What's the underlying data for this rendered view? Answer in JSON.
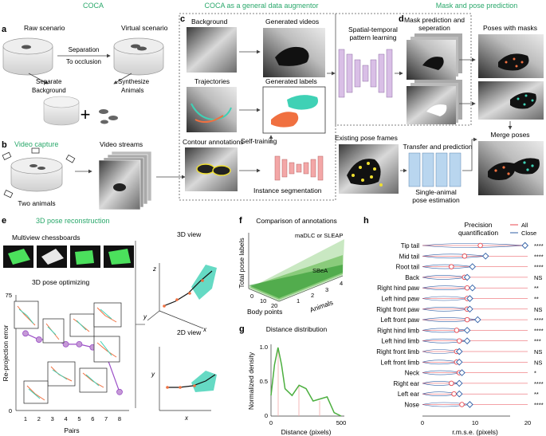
{
  "headers": {
    "coca": "COCA",
    "augmentor": "COCA as a general data augmentor",
    "mask_pose": "Mask and pose prediction",
    "video_capture": "Video capture",
    "recon3d": "3D pose reconstruction"
  },
  "panel_letters": {
    "a": "a",
    "b": "b",
    "c": "c",
    "d": "d",
    "e": "e",
    "f": "f",
    "g": "g",
    "h": "h"
  },
  "panel_a": {
    "raw": "Raw scenario",
    "virtual": "Virtual scenario",
    "separation": "Separation",
    "to_occlusion": "To occlusion",
    "separate": "Separate",
    "background": "Background",
    "synthesize": "Synthesize",
    "animals": "Animals",
    "plus": "+"
  },
  "panel_b": {
    "video_streams": "Video streams",
    "two_animals": "Two animals"
  },
  "panel_c": {
    "background": "Background",
    "trajectories": "Trajectories",
    "contour": "Contour annotations",
    "gen_videos": "Generated videos",
    "gen_labels": "Generated labels",
    "self_training": "Self-training",
    "instance_seg": "Instance segmentation",
    "spatio_temporal": "Spatial-temporal",
    "pattern_learning": "pattern learning"
  },
  "panel_d": {
    "mask_pred": "Mask prediction and",
    "separation": "seperation",
    "poses_masks": "Poses with masks",
    "merge": "Merge poses",
    "existing": "Existing pose frames",
    "transfer": "Transfer and prediction",
    "single1": "Single-animal",
    "single2": "pose estimation"
  },
  "panel_e": {
    "multiview": "Multiview chessboards",
    "optimizing": "3D pose optimizing",
    "ylabel": "Re-projection error",
    "xlabel": "Pairs",
    "y_ticks": [
      "75",
      "0"
    ],
    "x_ticks": [
      "1",
      "2",
      "3",
      "4",
      "5",
      "6",
      "7",
      "8"
    ],
    "view3d": "3D view",
    "view2d": "2D view",
    "axis_x": "x",
    "axis_y": "y",
    "axis_z": "z"
  },
  "panel_f": {
    "title": "Comparison of annotations",
    "ylabel": "Total pose labels",
    "xlabel": "Body points",
    "zlabel": "Animals",
    "x_ticks": [
      "20",
      "10",
      "0"
    ],
    "z_ticks": [
      "1",
      "2",
      "3",
      "4"
    ],
    "label_top": "maDLC or SLEAP",
    "label_bottom": "SBeA"
  },
  "panel_g": {
    "title": "Distance distribution",
    "ylabel": "Normalized density",
    "xlabel": "Distance (pixels)",
    "y_ticks": [
      "1.0",
      "0.5",
      "0"
    ],
    "x_ticks": [
      "0",
      "500"
    ]
  },
  "panel_h": {
    "title1": "Precision",
    "title2": "quantification",
    "legend": [
      {
        "label": "All",
        "color": "#e8474f"
      },
      {
        "label": "Close",
        "color": "#2f5fa6"
      }
    ],
    "xlabel": "r.m.s.e. (pixels)",
    "x_ticks": [
      "0",
      "10",
      "20"
    ],
    "rows": [
      {
        "name": "Tip tail",
        "sig": "****",
        "all": 11,
        "close": 19.5
      },
      {
        "name": "Mid tail",
        "sig": "****",
        "all": 8,
        "close": 12
      },
      {
        "name": "Root tail",
        "sig": "****",
        "all": 5.5,
        "close": 9.5
      },
      {
        "name": "Back",
        "sig": "NS",
        "all": 8,
        "close": 8.5
      },
      {
        "name": "Right hind paw",
        "sig": "**",
        "all": 8.5,
        "close": 9.5
      },
      {
        "name": "Left hind paw",
        "sig": "**",
        "all": 8.5,
        "close": 9
      },
      {
        "name": "Right front paw",
        "sig": "NS",
        "all": 8.5,
        "close": 9
      },
      {
        "name": "Left front paw",
        "sig": "****",
        "all": 8.5,
        "close": 10.5
      },
      {
        "name": "Right hind limb",
        "sig": "****",
        "all": 6.5,
        "close": 8.5
      },
      {
        "name": "Left hind limb",
        "sig": "***",
        "all": 7,
        "close": 8.5
      },
      {
        "name": "Right front limb",
        "sig": "NS",
        "all": 6.5,
        "close": 7
      },
      {
        "name": "Left front limb",
        "sig": "NS",
        "all": 6.5,
        "close": 7
      },
      {
        "name": "Neck",
        "sig": "*",
        "all": 7,
        "close": 7.5
      },
      {
        "name": "Right ear",
        "sig": "****",
        "all": 5.5,
        "close": 7
      },
      {
        "name": "Left ear",
        "sig": "**",
        "all": 6,
        "close": 7
      },
      {
        "name": "Nose",
        "sig": "****",
        "all": 7.5,
        "close": 9
      }
    ]
  },
  "colors": {
    "green_header": "#2aa86b",
    "teal": "#3fd1b5",
    "orange": "#f07040",
    "violet": "#c59ad6",
    "pink": "#f3a7a7",
    "blue_net": "#9fc4e6",
    "plot_green": "#4caf3f",
    "purple": "#9b4fc7"
  },
  "chart_data": [
    {
      "type": "line",
      "title": "",
      "xlabel": "Pairs",
      "ylabel": "Re-projection error",
      "x": [
        1,
        2,
        3,
        4,
        5,
        6,
        7,
        8
      ],
      "series": [
        {
          "values": [
            50,
            46,
            46,
            43,
            43,
            41,
            36,
            12
          ]
        }
      ],
      "ylim": [
        0,
        75
      ]
    },
    {
      "type": "line",
      "title": "Distance distribution",
      "xlabel": "Distance (pixels)",
      "ylabel": "Normalized density",
      "x": [
        0,
        25,
        50,
        75,
        100,
        150,
        200,
        250,
        300,
        350,
        400,
        450,
        500
      ],
      "series": [
        {
          "values": [
            0.3,
            0.75,
            1.0,
            0.75,
            0.4,
            0.3,
            0.45,
            0.4,
            0.22,
            0.25,
            0.28,
            0.05,
            0.0
          ]
        }
      ],
      "xlim": [
        0,
        500
      ],
      "ylim": [
        0,
        1.0
      ]
    },
    {
      "type": "scatter",
      "title": "Precision quantification",
      "xlabel": "r.m.s.e. (pixels)",
      "xlim": [
        0,
        20
      ],
      "series": [
        {
          "name": "All"
        },
        {
          "name": "Close"
        }
      ]
    }
  ]
}
